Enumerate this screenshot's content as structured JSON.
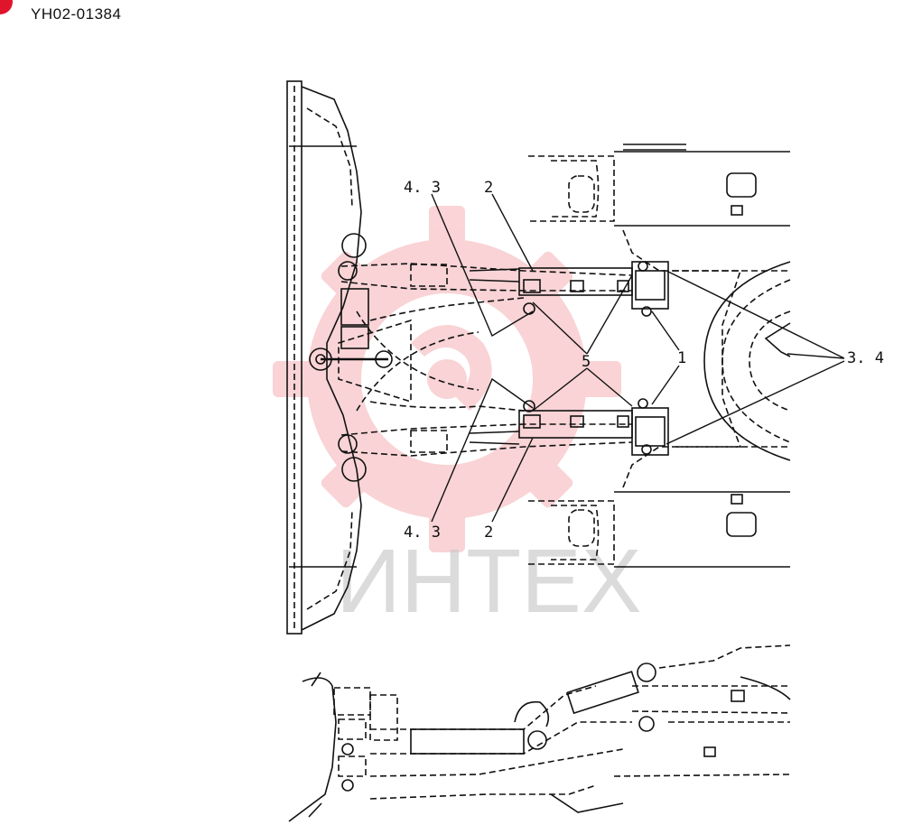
{
  "document": {
    "id": "YH02-01384"
  },
  "callouts": {
    "c43_top": "4. 3",
    "c2_top": "2",
    "c5": "5",
    "c1": "1",
    "c34": "3. 4",
    "c43_bottom": "4. 3",
    "c2_bottom": "2"
  },
  "watermark": {
    "text": "ИНТЕХ",
    "logo": "gear-logo",
    "color": "#e63b44"
  },
  "icons": {
    "corner_badge": "red-circle-badge"
  }
}
